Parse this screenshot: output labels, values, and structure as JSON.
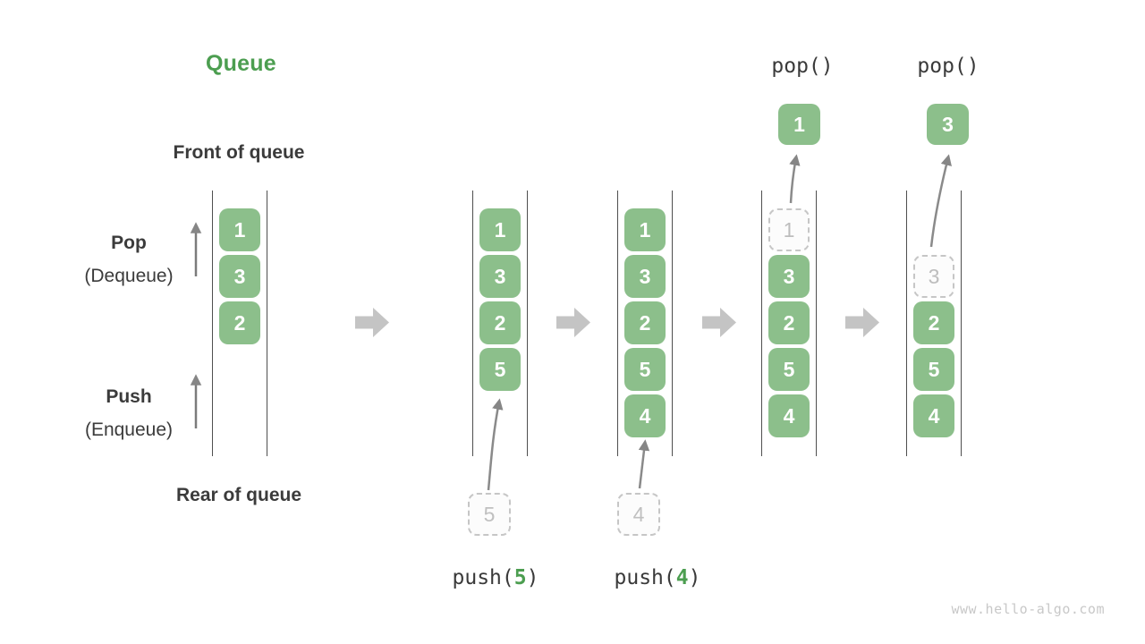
{
  "title": "Queue",
  "colors": {
    "accent_green": "#4c9e50",
    "cell_green": "#8cbf8b",
    "arrow_gray": "#868686",
    "flow_arrow_gray": "#c4c4c4"
  },
  "labels": {
    "front": "Front of queue",
    "rear": "Rear of queue",
    "pop": "Pop",
    "pop_sub": "(Dequeue)",
    "push": "Push",
    "push_sub": "(Enqueue)"
  },
  "queues": [
    {
      "name": "initial-state",
      "cells": [
        {
          "value": "1"
        },
        {
          "value": "3"
        },
        {
          "value": "2"
        }
      ]
    },
    {
      "name": "after-push-5",
      "cells": [
        {
          "value": "1"
        },
        {
          "value": "3"
        },
        {
          "value": "2"
        },
        {
          "value": "5"
        }
      ],
      "pending_value": "5",
      "op": {
        "prefix": "push(",
        "arg": "5",
        "suffix": ")"
      }
    },
    {
      "name": "after-push-4",
      "cells": [
        {
          "value": "1"
        },
        {
          "value": "3"
        },
        {
          "value": "2"
        },
        {
          "value": "5"
        },
        {
          "value": "4"
        }
      ],
      "pending_value": "4",
      "op": {
        "prefix": "push(",
        "arg": "4",
        "suffix": ")"
      }
    },
    {
      "name": "after-pop-1",
      "op_label": "pop()",
      "popped_value": "1",
      "removed_value": "1",
      "cells": [
        {
          "value": "3"
        },
        {
          "value": "2"
        },
        {
          "value": "5"
        },
        {
          "value": "4"
        }
      ]
    },
    {
      "name": "after-pop-3",
      "op_label": "pop()",
      "popped_value": "3",
      "removed_value": "3",
      "cells": [
        {
          "value": "2"
        },
        {
          "value": "5"
        },
        {
          "value": "4"
        }
      ]
    }
  ],
  "watermark": "www.hello-algo.com"
}
